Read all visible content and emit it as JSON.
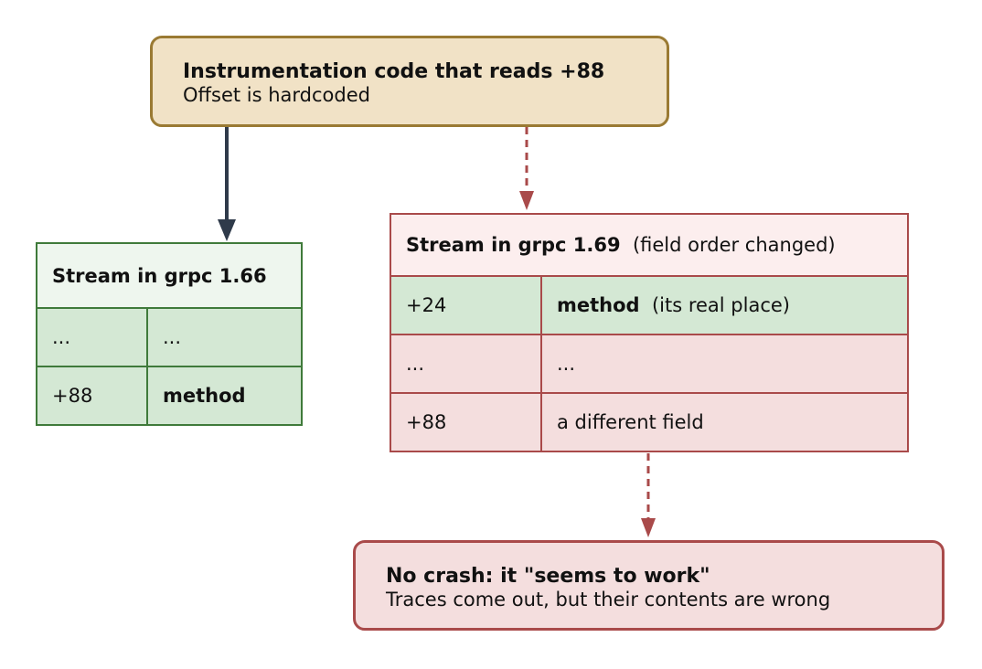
{
  "top_box": {
    "title": "Instrumentation code that reads +88",
    "subtitle": "Offset is hardcoded"
  },
  "left_table": {
    "title": "Stream in grpc 1.66",
    "rows": [
      {
        "offset": "...",
        "field": "..."
      },
      {
        "offset": "+88",
        "field": "method"
      }
    ]
  },
  "right_table": {
    "title": "Stream in grpc 1.69",
    "title_note": "(field order changed)",
    "rows": [
      {
        "offset": "+24",
        "field": "method",
        "note": "(its real place)"
      },
      {
        "offset": "...",
        "field": "..."
      },
      {
        "offset": "+88",
        "field": "a different field"
      }
    ]
  },
  "bottom_box": {
    "title": "No crash: it \"seems to work\"",
    "subtitle": "Traces come out, but their contents are wrong"
  },
  "colors": {
    "top_fill": "#f1e2c6",
    "top_border": "#9a7a33",
    "green_border": "#3f7a3a",
    "green_fill": "#d4e8d4",
    "red_border": "#a94a4a",
    "red_fill": "#f4dede",
    "solid_arrow": "#2f3a4a"
  }
}
